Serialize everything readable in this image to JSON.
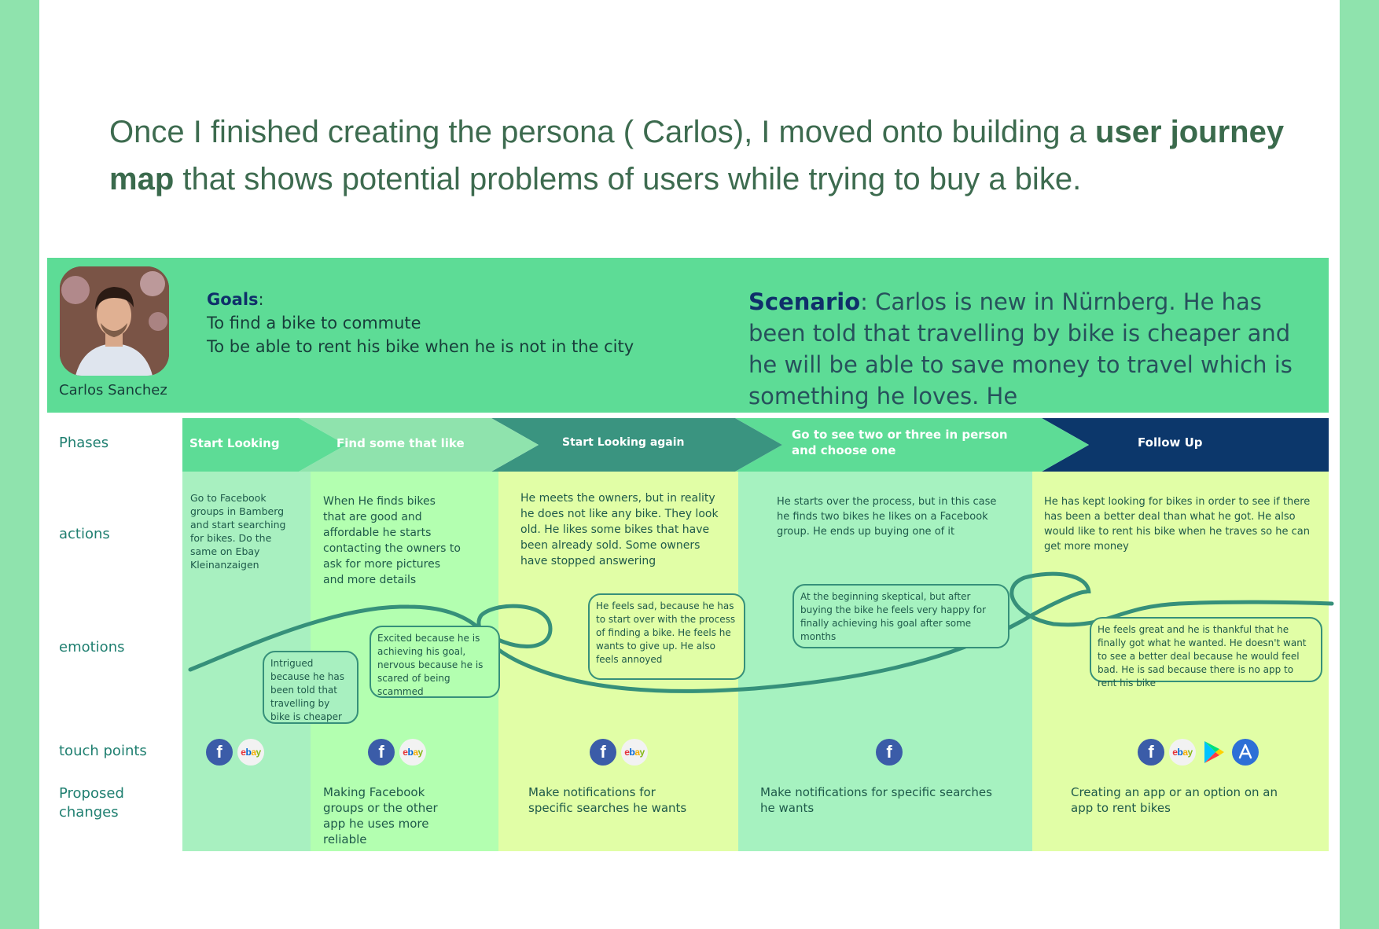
{
  "intro": {
    "part1": "Once I finished creating the persona ( Carlos), I moved onto building a ",
    "bold": "user journey map",
    "part2": " that shows potential problems of users while trying to buy a bike."
  },
  "persona": {
    "name": "Carlos Sanchez",
    "goals_title": "Goals",
    "goals_colon": ":",
    "goals": [
      "To find a bike to commute",
      "To be able to rent his bike when he is not in the city"
    ],
    "scenario_title": "Scenario",
    "scenario_text": ": Carlos is new in Nürnberg. He has been told that travelling by bike is cheaper and he will be able to save money to travel which is something he loves. He"
  },
  "rows": {
    "phases": "Phases",
    "actions": "actions",
    "emotions": "emotions",
    "touch_points": "touch points",
    "proposed_changes": "Proposed changes"
  },
  "phases": [
    {
      "label": "Start Looking",
      "color": "#5ddc96"
    },
    {
      "label": "Find some that like",
      "color": "#8fe3ad"
    },
    {
      "label": "Start Looking again",
      "color": "#3a9480"
    },
    {
      "label": "Go to see two or three in person and choose one",
      "color": "#5ddc96"
    },
    {
      "label": "Follow Up",
      "color": "#0c376b"
    }
  ],
  "columns": [
    {
      "bg": "#a8f0c0"
    },
    {
      "bg": "#b3ffb0"
    },
    {
      "bg": "#e1fea6"
    },
    {
      "bg": "#a6f2c0"
    },
    {
      "bg": "#e1fea6"
    }
  ],
  "actions": [
    "Go to Facebook groups in Bamberg and start searching for bikes. Do the same on Ebay Kleinanzaigen",
    "When He finds bikes that are good and affordable he starts contacting the owners to ask for more pictures and more details",
    "He meets the owners, but in reality he does not like any bike. They look old. He likes some bikes that have been already sold. Some owners have stopped answering",
    "He starts over the process, but in this case he finds two bikes he likes on a Facebook group. He ends up buying one of it",
    "He has kept looking for bikes in order to see if there has been a better deal than what he got. He also would like to rent his bike when he traves so he can get more money"
  ],
  "emotions": [
    "Intrigued because he has been told that travelling by bike is cheaper",
    "Excited because he is achieving his goal, nervous because he is scared of being scammed",
    "He feels sad, because he has to start over with the process of finding a bike. He feels he wants to give up. He also feels annoyed",
    "At the beginning skeptical, but after buying the bike he feels very happy for finally achieving his goal after some months",
    "He feels great and he is thankful that he finally got what he wanted. He doesn't want to see a better deal because he would feel bad. He is sad because there is no app to rent his bike"
  ],
  "touch_points": [
    [
      "facebook-icon",
      "ebay-icon"
    ],
    [
      "facebook-icon",
      "ebay-icon"
    ],
    [
      "facebook-icon",
      "ebay-icon"
    ],
    [
      "facebook-icon"
    ],
    [
      "facebook-icon",
      "ebay-icon",
      "google-play-icon",
      "app-store-icon"
    ]
  ],
  "icon_text": {
    "facebook": "f",
    "ebay": "ebay"
  },
  "proposed": [
    "",
    "Making Facebook groups or the other app he uses more reliable",
    "Make notifications for specific searches he wants",
    "Make notifications for specific searches he wants",
    "Creating an app or an option on an app to rent bikes"
  ],
  "colors": {
    "curve": "#36907a",
    "header": "#5ddc96",
    "side": "#8fe3ad"
  }
}
